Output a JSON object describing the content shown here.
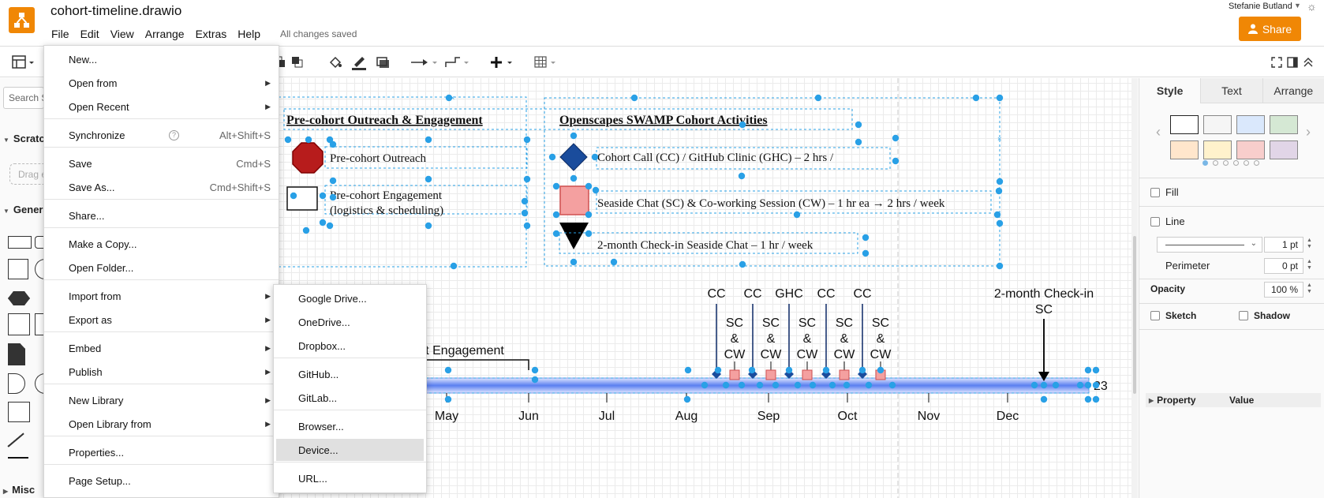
{
  "app": {
    "file_title": "cohort-timeline.drawio",
    "saved_status": "All changes saved",
    "user_name": "Stefanie Butland",
    "share_label": "Share",
    "accent_color": "#f08705",
    "selection_color": "#29a0e6"
  },
  "menubar": [
    "File",
    "Edit",
    "View",
    "Arrange",
    "Extras",
    "Help"
  ],
  "file_menu": {
    "items": [
      {
        "label": "New...",
        "shortcut": ""
      },
      {
        "label": "Open from",
        "shortcut": "",
        "submenu": true
      },
      {
        "label": "Open Recent",
        "shortcut": "",
        "submenu": true
      },
      {
        "label": "Synchronize",
        "shortcut": "Alt+Shift+S",
        "help": true
      },
      {
        "label": "Save",
        "shortcut": "Cmd+S"
      },
      {
        "label": "Save As...",
        "shortcut": "Cmd+Shift+S"
      },
      {
        "label": "Share...",
        "shortcut": ""
      },
      {
        "label": "Make a Copy...",
        "shortcut": ""
      },
      {
        "label": "Open Folder...",
        "shortcut": ""
      },
      {
        "label": "Import from",
        "shortcut": "",
        "submenu": true
      },
      {
        "label": "Export as",
        "shortcut": "",
        "submenu": true
      },
      {
        "label": "Embed",
        "shortcut": "",
        "submenu": true
      },
      {
        "label": "Publish",
        "shortcut": "",
        "submenu": true
      },
      {
        "label": "New Library",
        "shortcut": "",
        "submenu": true
      },
      {
        "label": "Open Library from",
        "shortcut": "",
        "submenu": true
      },
      {
        "label": "Properties...",
        "shortcut": ""
      },
      {
        "label": "Page Setup...",
        "shortcut": ""
      }
    ]
  },
  "import_submenu": {
    "items": [
      "Google Drive...",
      "OneDrive...",
      "Dropbox...",
      "GitHub...",
      "GitLab...",
      "Browser...",
      "Device...",
      "URL..."
    ],
    "highlighted": "Device..."
  },
  "sidebar": {
    "search_placeholder": "Search Shapes",
    "sections": [
      "Scratchpad",
      "General",
      "Misc"
    ],
    "drop_hint": "Drag elements here"
  },
  "panel": {
    "tabs": [
      "Style",
      "Text",
      "Arrange"
    ],
    "active_tab": "Style",
    "swatches": [
      "#ffffff",
      "#f5f5f5",
      "#dae8fc",
      "#d5e8d4",
      "#ffe6cc",
      "#fff2cc",
      "#f8cecc",
      "#e1d5e7"
    ],
    "fill_label": "Fill",
    "line_label": "Line",
    "line_width": "1 pt",
    "perimeter_label": "Perimeter",
    "perimeter_value": "0 pt",
    "opacity_label": "Opacity",
    "opacity_value": "100 %",
    "sketch_label": "Sketch",
    "shadow_label": "Shadow",
    "property_header": "Property",
    "value_header": "Value"
  },
  "diagram": {
    "legend_left_title": "Pre-cohort Outreach & Engagement",
    "legend_left_items": [
      "Pre-cohort Outreach",
      "Pre-cohort Engagement",
      "(logistics & scheduling)"
    ],
    "legend_right_title": "Openscapes SWAMP Cohort Activities",
    "legend_right_items": [
      "Cohort Call (CC) / GitHub Clinic (GHC) – 2 hrs /",
      "Seaside Chat (SC) & Co-working Session (CW) – 1 hr ea → 2 hrs / week",
      "2-month Check-in Seaside Chat – 1 hr / week"
    ],
    "engagement_label": "ort Engagement",
    "months": [
      "May",
      "Jun",
      "Jul",
      "Aug",
      "Sep",
      "Oct",
      "Nov",
      "Dec"
    ],
    "year_fragment": "23",
    "call_labels": [
      "CC",
      "CC",
      "GHC",
      "CC",
      "CC"
    ],
    "sc_cw_label": [
      "SC",
      "&",
      "CW"
    ],
    "checkin_label": [
      "2-month Check-in",
      "SC"
    ]
  }
}
